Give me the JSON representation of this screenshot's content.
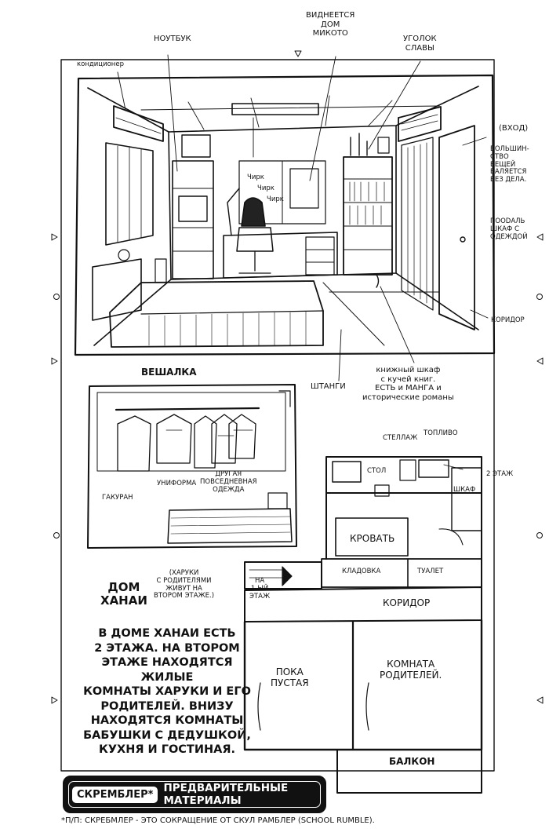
{
  "labels": {
    "konditsioner": "кондиционер",
    "noutbuk": "НОУТБУК",
    "dom_mikoto": "ВИДНЕЕТСЯ\nДОМ\nМИКОТО",
    "ugolok_slavy": "УГОЛОК\nСЛАВЫ",
    "vkhod": "(ВХОД)",
    "bolshinstvo": "БОЛЬШИН-\nСТВО\nВЕЩЕЙ\nВАЛЯЕТСЯ\nБЕЗ ДЕЛА.",
    "podal_shkaf": "ПОODАЛЬ\nШКАФ С\nОДЕЖДОЙ",
    "koridor_right": "КОРИДОР",
    "chirk1": "Чирк",
    "chirk2": "Чирк",
    "chirk3": "Чирк",
    "veshalka": "ВЕШАЛКА",
    "shtangi": "ШТАНГИ",
    "knizhny_shkaf": "книжный шкаф\nс кучей книг.\nЕСТЬ и МАНГА и\nисторические романы",
    "gakuran": "ГАКУРАН",
    "uniforma": "УНИФОРМА",
    "drugaya_odezhda": "ДРУГАЯ\nПОВСЕДНЕВНАЯ\nОДЕЖДА",
    "stellazh": "СТЕЛЛАЖ",
    "toplivo": "ТОПЛИВО",
    "stol": "СТОЛ",
    "shkaf": "ШКАФ",
    "etazh2": "2 ЭТАЖ",
    "krovat": "КРОВАТЬ",
    "kladovka": "КЛАДОВКА",
    "tualet": "ТУАЛЕТ",
    "na_1_etazh": "НА\n1-ЫЙ\nЭТАЖ",
    "koridor_plan": "КОРИДОР",
    "poka_pustaya": "ПОКА\nПУСТАЯ",
    "komnata_roditeley": "КОМНАТА\nРОДИТЕЛЕЙ.",
    "balkon": "БАЛКОН",
    "dom_hanai": "ДОМ\nХАНАИ",
    "haruki_note": "(ХАРУКИ\nС РОДИТЕЛЯМИ\nЖИВУТ НА\nВТОРОМ ЭТАЖЕ.)"
  },
  "body_text": "В ДОМЕ ХАНАИ ЕСТЬ\n2 ЭТАЖА. НА ВТОРОМ\nЭТАЖЕ НАХОДЯТСЯ ЖИЛЫЕ\nКОМНАТЫ ХАРУКИ И ЕГО\nРОДИТЕЛЕЙ. ВНИЗУ\nНАХОДЯТСЯ КОМНАТЫ\nБАБУШКИ С ДЕДУШКОЙ,\nКУХНЯ И ГОСТИНАЯ.",
  "banner": {
    "part1": "СКРЕМБЛЕР*",
    "part2": "ПРЕДВАРИТЕЛЬНЫЕ МАТЕРИАЛЫ"
  },
  "footnote": "*П/П: СКРЕБМЛЕР - ЭТО СОКРАЩЕНИЕ ОТ СКУЛ РАМБЛЕР (SCHOOL RUMBLE)."
}
